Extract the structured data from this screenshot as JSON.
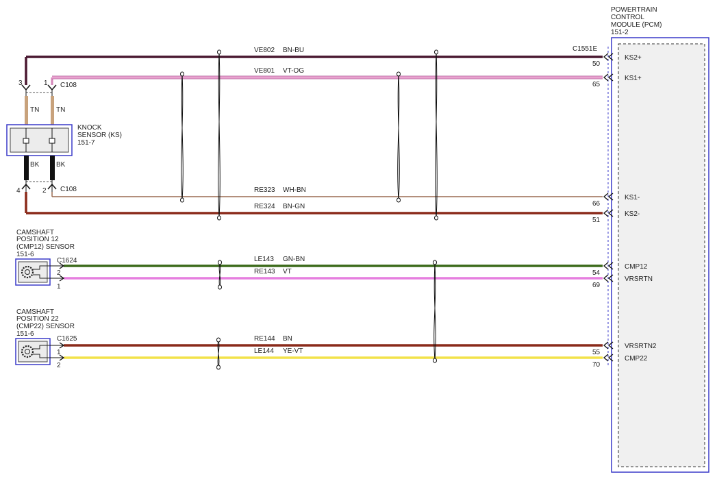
{
  "pcm": {
    "title_lines": [
      "POWERTRAIN",
      "CONTROL",
      "MODULE (PCM)",
      "151-2"
    ],
    "connector": "C1551E"
  },
  "knock_sensor": {
    "title_lines": [
      "KNOCK",
      "SENSOR (KS)",
      "151-7"
    ],
    "connector_top": "C108",
    "connector_bottom": "C108",
    "pins": {
      "top_left": "3",
      "top_right": "1",
      "bottom_left": "4",
      "bottom_right": "2"
    },
    "lead_colors": {
      "top_left": "TN",
      "top_right": "TN",
      "bottom_left": "BK",
      "bottom_right": "BK"
    }
  },
  "cmp12_sensor": {
    "title_lines": [
      "CAMSHAFT",
      "POSITION 12",
      "(CMP12) SENSOR",
      "151-6"
    ],
    "connector": "C1624",
    "pin_a": "2",
    "pin_b": "1"
  },
  "cmp22_sensor": {
    "title_lines": [
      "CAMSHAFT",
      "POSITION 22",
      "(CMP22) SENSOR",
      "151-6"
    ],
    "connector": "C1625",
    "pin_a": "1",
    "pin_b": "2"
  },
  "circuits": [
    {
      "circuit": "VE802",
      "color_code": "BN-BU",
      "pcm_pin": "50",
      "pcm_label": "KS2+",
      "color": "#4a1830"
    },
    {
      "circuit": "VE801",
      "color_code": "VT-OG",
      "pcm_pin": "65",
      "pcm_label": "KS1+",
      "color": "#e9a3cf"
    },
    {
      "circuit": "RE323",
      "color_code": "WH-BN",
      "pcm_pin": "66",
      "pcm_label": "KS1-",
      "color": "#9a6a50"
    },
    {
      "circuit": "RE324",
      "color_code": "BN-GN",
      "pcm_pin": "51",
      "pcm_label": "KS2-",
      "color": "#8a2a1a"
    },
    {
      "circuit": "LE143",
      "color_code": "GN-BN",
      "pcm_pin": "54",
      "pcm_label": "CMP12",
      "color": "#3b6a1a"
    },
    {
      "circuit": "RE143",
      "color_code": "VT",
      "pcm_pin": "69",
      "pcm_label": "VRSRTN",
      "color": "#e67fdf"
    },
    {
      "circuit": "RE144",
      "color_code": "BN",
      "pcm_pin": "55",
      "pcm_label": "VRSRTN2",
      "color": "#8a2a1a"
    },
    {
      "circuit": "LE144",
      "color_code": "YE-VT",
      "pcm_pin": "70",
      "pcm_label": "CMP22",
      "color": "#f2e24a"
    }
  ],
  "colors": {
    "module_border": "#3a3ac8",
    "module_fill": "#f0f0f0",
    "lead_tan": "#c8a27c",
    "lead_black": "#111111"
  }
}
